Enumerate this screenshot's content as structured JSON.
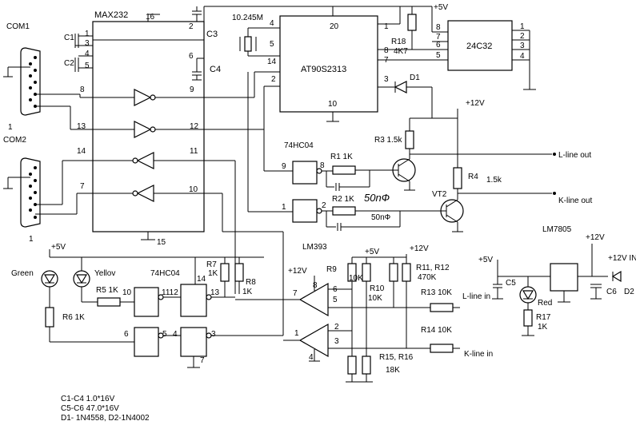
{
  "chips": {
    "max232": "MAX232",
    "mcu": "AT90S2313",
    "eeprom": "24C32",
    "hc04_top": "74HC04",
    "hc04_bottom": "74HC04",
    "lm393": "LM393",
    "reg": "LM7805"
  },
  "ports": {
    "com1": "COM1",
    "com2": "COM2",
    "com1_pin": "1",
    "com2_pin": "1"
  },
  "supply": {
    "v5_top": "+5V",
    "v12_vt": "+12V",
    "v5_left": "+5V",
    "v12_cmp": "+12V",
    "v5_cmp": "+5V",
    "v12_cmp2": "+12V",
    "v5_reg": "+5V",
    "v12_reg": "+12V",
    "v12_in": "+12V IN"
  },
  "caps": {
    "c1": "C1",
    "c2": "C2",
    "c3": "C3",
    "c4": "C4",
    "c5": "C5",
    "c6": "C6",
    "c50a": "50nФ",
    "c50b": "50nФ"
  },
  "crystal": "10.245M",
  "resistors": {
    "r18": "R18",
    "r18v": "4K7",
    "r1": "R1 1K",
    "r2": "R2 1K",
    "r3": "R3 1.5k",
    "r4": "R4",
    "r4v": "1.5k",
    "r5": "R5 1K",
    "r6": "R6 1K",
    "r7": "R7",
    "r7v": "1K",
    "r8": "R8",
    "r8v": "1K",
    "r9": "R9",
    "r9v": "10K",
    "r10": "R10",
    "r10v": "10K",
    "r1112": "R11, R12",
    "r1112v": "470K",
    "r13": "R13 10K",
    "r14": "R14 10K",
    "r1516": "R15, R16",
    "r1516v": "18K",
    "r17": "R17",
    "r17v": "1K"
  },
  "semis": {
    "d1": "D1",
    "d2": "D2",
    "vt2": "VT2"
  },
  "leds": {
    "green": "Green",
    "yellow": "Yellov",
    "red": "Red"
  },
  "signals": {
    "l_out": "L-line out",
    "k_out": "K-line out",
    "l_in": "L-line in",
    "k_in": "K-line in"
  },
  "pins": {
    "max_16": "16",
    "max_2": "2",
    "max_1": "1",
    "max_3": "3",
    "max_4": "4",
    "max_5": "5",
    "max_6": "6",
    "max_8": "8",
    "max_9": "9",
    "max_13": "13",
    "max_12": "12",
    "max_14": "14",
    "max_11": "11",
    "max_7": "7",
    "max_10": "10",
    "max_15": "15",
    "mcu_20": "20",
    "mcu_4": "4",
    "mcu_5": "5",
    "mcu_14": "14",
    "mcu_2": "2",
    "mcu_10": "10",
    "mcu_1": "1",
    "mcu_8": "8",
    "mcu_7": "7",
    "mcu_3": "3",
    "ee_8": "8",
    "ee_1": "1",
    "ee_2": "2",
    "ee_3": "3",
    "ee_4": "4",
    "ee_l7": "7",
    "ee_l6": "6",
    "ee_l5": "5",
    "g_9": "9",
    "g_8": "8",
    "g_1": "1",
    "g_2": "2",
    "h_10": "10",
    "h_11": "11",
    "h_12": "12",
    "h_1112": "1112",
    "h_14": "14",
    "h_13": "13",
    "h_6": "6",
    "h_5": "5",
    "h_4": "4",
    "h_3": "3",
    "h_7": "7",
    "c_8": "8",
    "c_6": "6",
    "c_7": "7",
    "c_5": "5",
    "c_1": "1",
    "c_2": "2",
    "c_3": "3",
    "c_4": "4"
  },
  "notes": [
    "C1-C4 1.0*16V",
    "C5-C6 47.0*16V",
    "D1- 1N4558,  D2-1N4002"
  ]
}
